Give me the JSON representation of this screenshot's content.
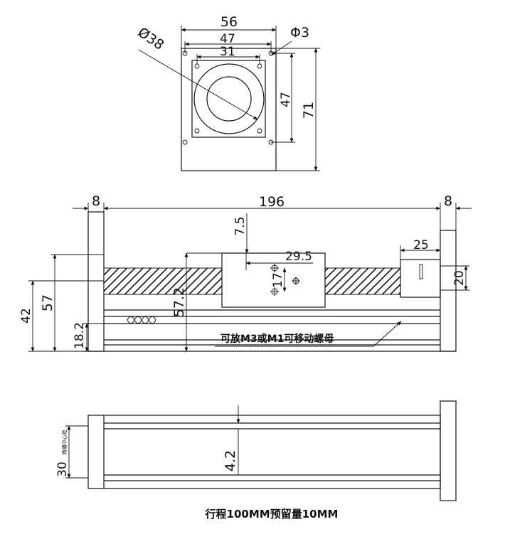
{
  "top_view": {
    "dim_width": "56",
    "dim_hole_spacing": "47",
    "dim_inner": "31",
    "dim_diameter": "Ø38",
    "dim_hole_dia": "Φ3",
    "dim_vert_hole_spacing": "47",
    "dim_height": "71"
  },
  "front_view": {
    "dim_left_end": "8",
    "dim_total_length": "196",
    "dim_right_end": "8",
    "dim_top_offset": "7.5",
    "dim_slider_holes": "29.5",
    "dim_hole_vert": "17",
    "dim_motor_width": "25",
    "dim_motor_height": "20",
    "dim_height_42": "42",
    "dim_height_57": "57",
    "dim_slider_height": "57.2",
    "dim_base": "18.2",
    "nut_note": "可放M3或M1可移动螺母"
  },
  "bottom_view": {
    "dim_slot": "4.2",
    "dim_slot_center": "30",
    "slot_center_label": "两槽中心距"
  },
  "footer": {
    "stroke_note": "行程100MM预留量10MM"
  }
}
